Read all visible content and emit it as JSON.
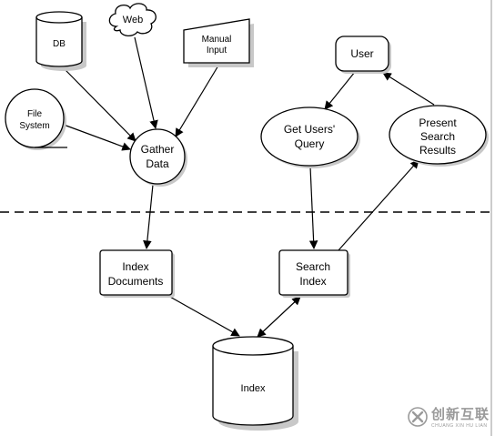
{
  "nodes": {
    "db": {
      "lines": [
        "DB"
      ]
    },
    "web": {
      "lines": [
        "Web"
      ]
    },
    "manual_input": {
      "lines": [
        "Manual",
        "Input"
      ]
    },
    "file_system": {
      "lines": [
        "File",
        "System"
      ]
    },
    "gather_data": {
      "lines": [
        "Gather",
        "Data"
      ]
    },
    "index_documents": {
      "lines": [
        "Index",
        "Documents"
      ]
    },
    "user": {
      "lines": [
        "User"
      ]
    },
    "get_users_query": {
      "lines": [
        "Get Users'",
        "Query"
      ]
    },
    "present_search_results": {
      "lines": [
        "Present",
        "Search",
        "Results"
      ]
    },
    "search_index": {
      "lines": [
        "Search",
        "Index"
      ]
    },
    "index": {
      "lines": [
        "Index"
      ]
    }
  },
  "edges": [
    {
      "from": "db",
      "to": "gather_data"
    },
    {
      "from": "web",
      "to": "gather_data"
    },
    {
      "from": "manual_input",
      "to": "gather_data"
    },
    {
      "from": "file_system",
      "to": "gather_data"
    },
    {
      "from": "gather_data",
      "to": "index_documents"
    },
    {
      "from": "index_documents",
      "to": "index"
    },
    {
      "from": "index",
      "to": "search_index",
      "bidirectional": true
    },
    {
      "from": "user",
      "to": "get_users_query"
    },
    {
      "from": "get_users_query",
      "to": "search_index"
    },
    {
      "from": "search_index",
      "to": "present_search_results"
    },
    {
      "from": "present_search_results",
      "to": "user"
    }
  ],
  "watermark": {
    "text": "创新互联",
    "subtext": "CHUANG XIN HU LIAN",
    "icon": "logo-x-icon",
    "color": "#9a9a9a"
  }
}
